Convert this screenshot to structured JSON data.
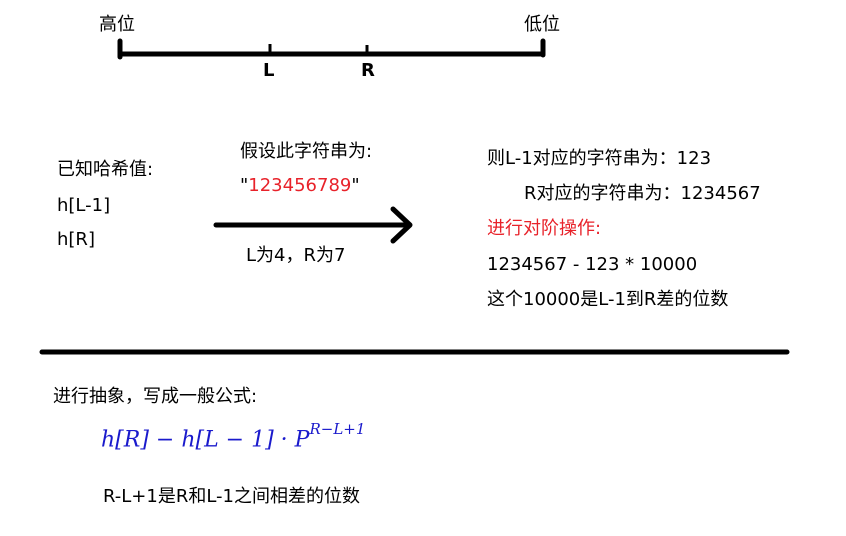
{
  "number_line": {
    "left_label": "高位",
    "right_label": "低位",
    "tick_L": "L",
    "tick_R": "R"
  },
  "known": {
    "heading": "已知哈希值:",
    "items": [
      "h[L-1]",
      "h[R]"
    ]
  },
  "assumption": {
    "heading": "假设此字符串为:",
    "quote_open": "\"",
    "string_value": "123456789",
    "quote_close": "\"",
    "arrow_caption": "L为4，R为7"
  },
  "result": {
    "line1": "则L-1对应的字符串为：123",
    "line2": "R对应的字符串为：1234567",
    "line3": "进行对阶操作:",
    "line4": "1234567 - 123 * 10000",
    "line5": "这个10000是L-1到R差的位数"
  },
  "abstract": {
    "heading": "进行抽象，写成一般公式:",
    "formula_main": "h[R] − h[L − 1] · P",
    "formula_exp": "R−L+1",
    "note": "R-L+1是R和L-1之间相差的位数"
  },
  "colors": {
    "highlight_red": "#e8222a",
    "formula_blue": "#1a1acc",
    "line_black": "#000000"
  }
}
